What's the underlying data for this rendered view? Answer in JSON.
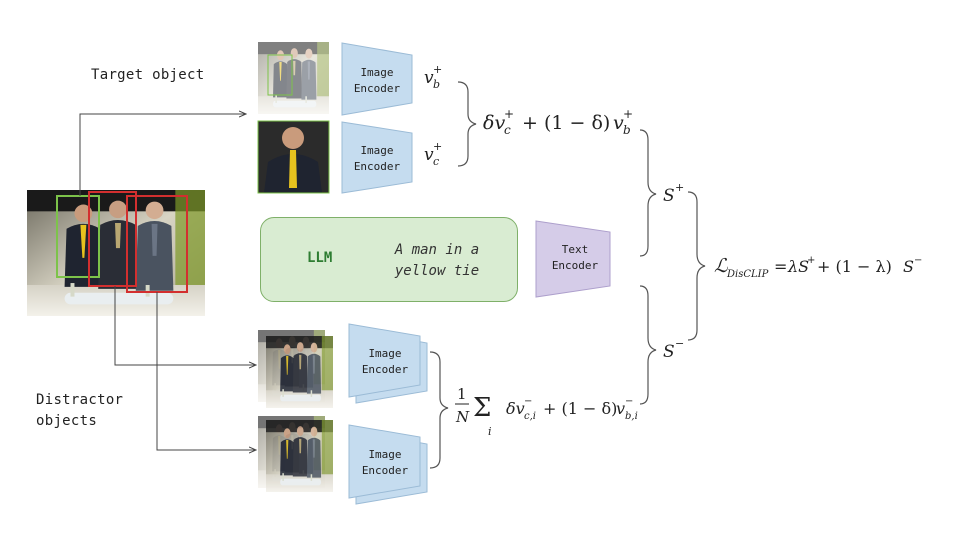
{
  "labels": {
    "target_object": "Target object",
    "distractor_objects_line1": "Distractor",
    "distractor_objects_line2": "objects",
    "llm": "LLM",
    "caption_line1": "A man in a",
    "caption_line2": "yellow tie"
  },
  "encoders": {
    "image_line1": "Image",
    "image_line2": "Encoder",
    "text_line1": "Text",
    "text_line2": "Encoder"
  },
  "colors": {
    "image_encoder": "#c5dcef",
    "text_encoder": "#d5cce8",
    "llm_fill": "#d9ecd2",
    "llm_border": "#7fb069",
    "target_box": "#7dc34a",
    "distractor_box": "#d32f2f",
    "arrow": "#444444"
  },
  "math": {
    "vb_plus": "v_b^+",
    "vc_plus": "v_c^+",
    "combined_positive": "δv_c^+ + (1 − δ)v_b^+",
    "s_plus": "S^+",
    "s_minus": "S^−",
    "combined_negative": "1/N Σ_i δv_{c,i}^− + (1 − δ)v_{b,i}^−",
    "loss": "L_DisCLIP = λS^+ + (1 − λ)S^−"
  }
}
